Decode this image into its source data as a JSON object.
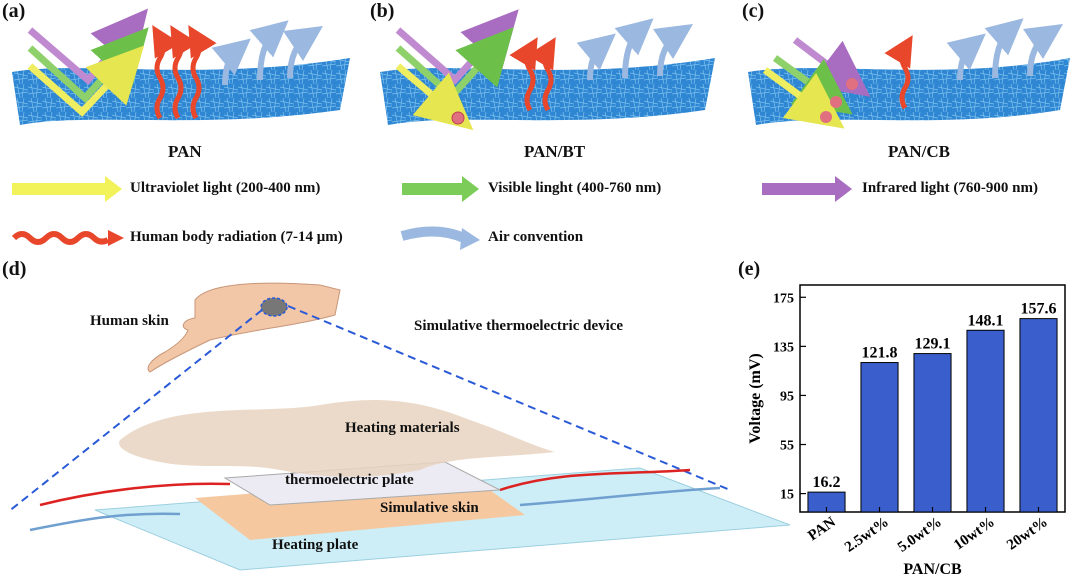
{
  "panels": {
    "a": {
      "letter": "(a)",
      "label": "PAN"
    },
    "b": {
      "letter": "(b)",
      "label": "PAN/BT"
    },
    "c": {
      "letter": "(c)",
      "label": "PAN/CB"
    },
    "d": {
      "letter": "(d)"
    },
    "e": {
      "letter": "(e)"
    }
  },
  "legend": {
    "uv": "Ultraviolet light (200-400 nm)",
    "visible": "Visible linght (400-760 nm)",
    "infrared": "Infrared light (760-900 nm)",
    "body_radiation": "Human body radiation (7-14 μm)",
    "air": "Air convention"
  },
  "legend_colors": {
    "uv": "#f2f25a",
    "visible": "#7ccc5a",
    "infrared": "#a86cc0",
    "body_radiation": "#e8472b",
    "air": "#9bb8e0"
  },
  "device": {
    "human_skin": "Human skin",
    "device_title": "Simulative thermoelectric device",
    "heating_materials": "Heating materials",
    "thermoelectric_plate": "thermoelectric plate",
    "simulative_skin": "Simulative skin",
    "heating_plate": "Heating plate"
  },
  "chart_data": {
    "type": "bar",
    "categories": [
      "PAN",
      "2.5wt%",
      "5.0wt%",
      "10wt%",
      "20wt%"
    ],
    "values": [
      16.2,
      121.8,
      129.1,
      148.1,
      157.6
    ],
    "value_labels": [
      "16.2",
      "121.8",
      "129.1",
      "148.1",
      "157.6"
    ],
    "xlabel": "PAN/CB",
    "ylabel": "Voltage (mV)",
    "ylim": [
      0,
      185
    ],
    "yticks": [
      15,
      55,
      95,
      135,
      175
    ],
    "bar_color": "#3a5fcd",
    "grid": false
  }
}
